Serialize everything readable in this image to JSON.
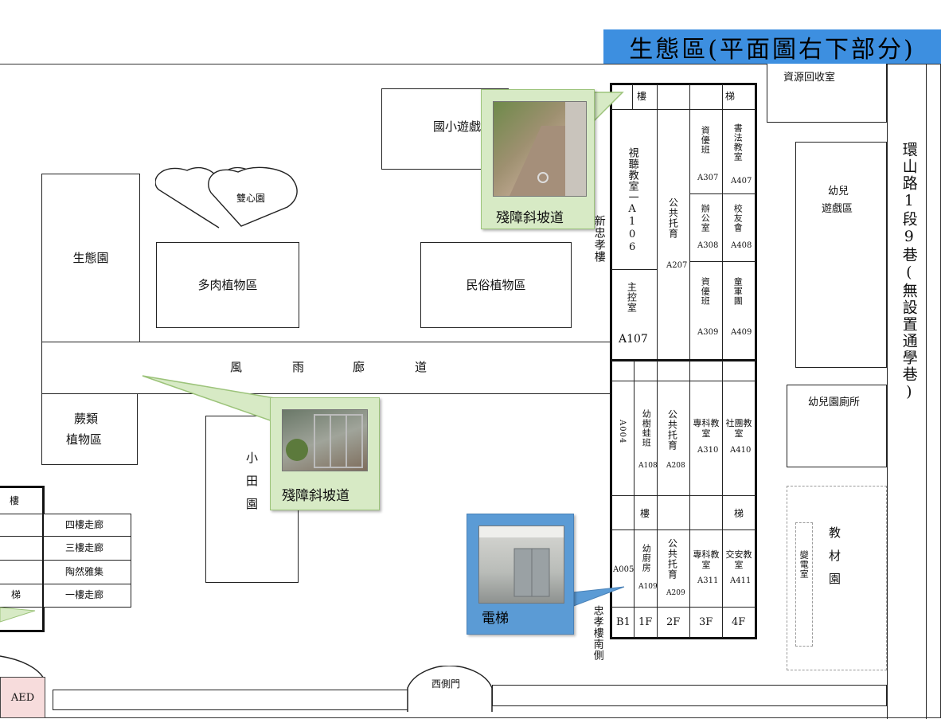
{
  "title": "生態區(平面圖右下部分)",
  "areas": {
    "eco_garden": "生態園",
    "succulent": "多肉植物區",
    "folk_plants": "民俗植物區",
    "corridor": [
      "風",
      "雨",
      "廊",
      "道"
    ],
    "fern": [
      "蕨類",
      "植物區"
    ],
    "small_field": "小田園",
    "double_heart": "雙心園",
    "elem_playground": "國小遊戲",
    "recycle": "資源回收室",
    "kindergarten_play": [
      "幼兒",
      "遊戲區"
    ],
    "kindergarten_toilet": "幼兒園廁所",
    "materials_garden": "教材園",
    "substation": "變電室",
    "road": "環山路1段9巷(無設置通學巷)",
    "west_gate": "西側門",
    "aed": "AED",
    "xinzhongxiao": "新忠孝樓",
    "zhongxiao_south": "忠孝樓南側"
  },
  "building_top": {
    "stair_l": "樓",
    "stair_r": "梯",
    "a106": "視聽教室一A106",
    "a107_name": "主控室",
    "a107_code": "A107",
    "a207_name": "公共托育",
    "a207_code": "A207",
    "a307_name": "資優班",
    "a307_code": "A307",
    "a407_name": "書法教室",
    "a407_code": "A407",
    "a308_name": "辦公室",
    "a308_code": "A308",
    "a408_name": "校友會",
    "a408_code": "A408",
    "a309_name": "資優班",
    "a309_code": "A309",
    "a409_name": "童軍團",
    "a409_code": "A409"
  },
  "building_bottom": {
    "a004": "A004",
    "a108_name": "幼樹蛙班",
    "a108_code": "A108",
    "a208_name": "公共托育",
    "a208_code": "A208",
    "a310_name": "專科教室",
    "a310_code": "A310",
    "a410_name": "社團教室",
    "a410_code": "A410",
    "stair_l": "樓",
    "stair_r": "梯",
    "a005": "A005",
    "a109_name": "幼廚房",
    "a109_code": "A109",
    "a209_name": "公共托育",
    "a209_code": "A209",
    "a311_name": "專科教室",
    "a311_code": "A311",
    "a411_name": "交安教室",
    "a411_code": "A411",
    "floors": [
      "B1",
      "1F",
      "2F",
      "3F",
      "4F"
    ]
  },
  "left_building": {
    "stair_top": "樓",
    "stair_bottom": "梯",
    "rows": [
      "四樓走廊",
      "三樓走廊",
      "陶然雅集",
      "一樓走廊"
    ]
  },
  "callouts": {
    "ramp1": "殘障斜坡道",
    "ramp2": "殘障斜坡道",
    "elevator": "電梯"
  },
  "colors": {
    "title_bg": "#3d8fe0",
    "callout_green": "#d7eac5",
    "callout_green_border": "#9cc37a",
    "callout_blue": "#5b9bd5"
  }
}
